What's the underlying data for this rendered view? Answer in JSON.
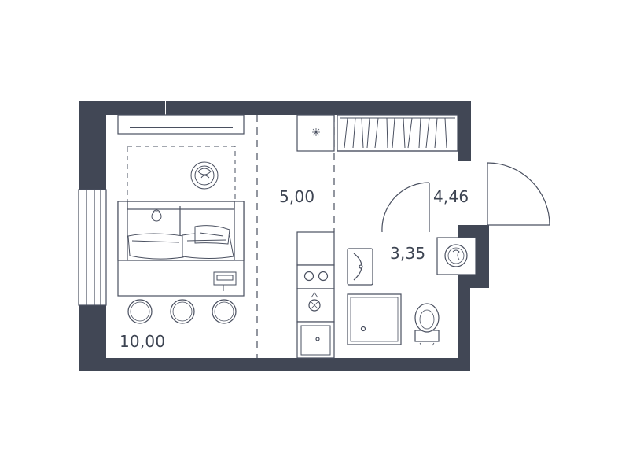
{
  "colors": {
    "wall": "#414755",
    "line": "#4a5060",
    "text": "#3d4452",
    "background": "#ffffff"
  },
  "rooms": [
    {
      "id": "living-room",
      "area": "10,00"
    },
    {
      "id": "kitchen",
      "area": "5,00"
    },
    {
      "id": "hallway",
      "area": "4,46"
    },
    {
      "id": "bathroom",
      "area": "3,35"
    }
  ],
  "icons": [
    "bed-icon",
    "pillow-icon",
    "stool-icon",
    "stove-icon",
    "sink-icon",
    "faucet-icon",
    "washing-machine-icon",
    "shower-tray-icon",
    "toilet-icon",
    "washbasin-icon",
    "wardrobe-icon",
    "door-swing-icon",
    "plant-icon",
    "window-icon"
  ]
}
